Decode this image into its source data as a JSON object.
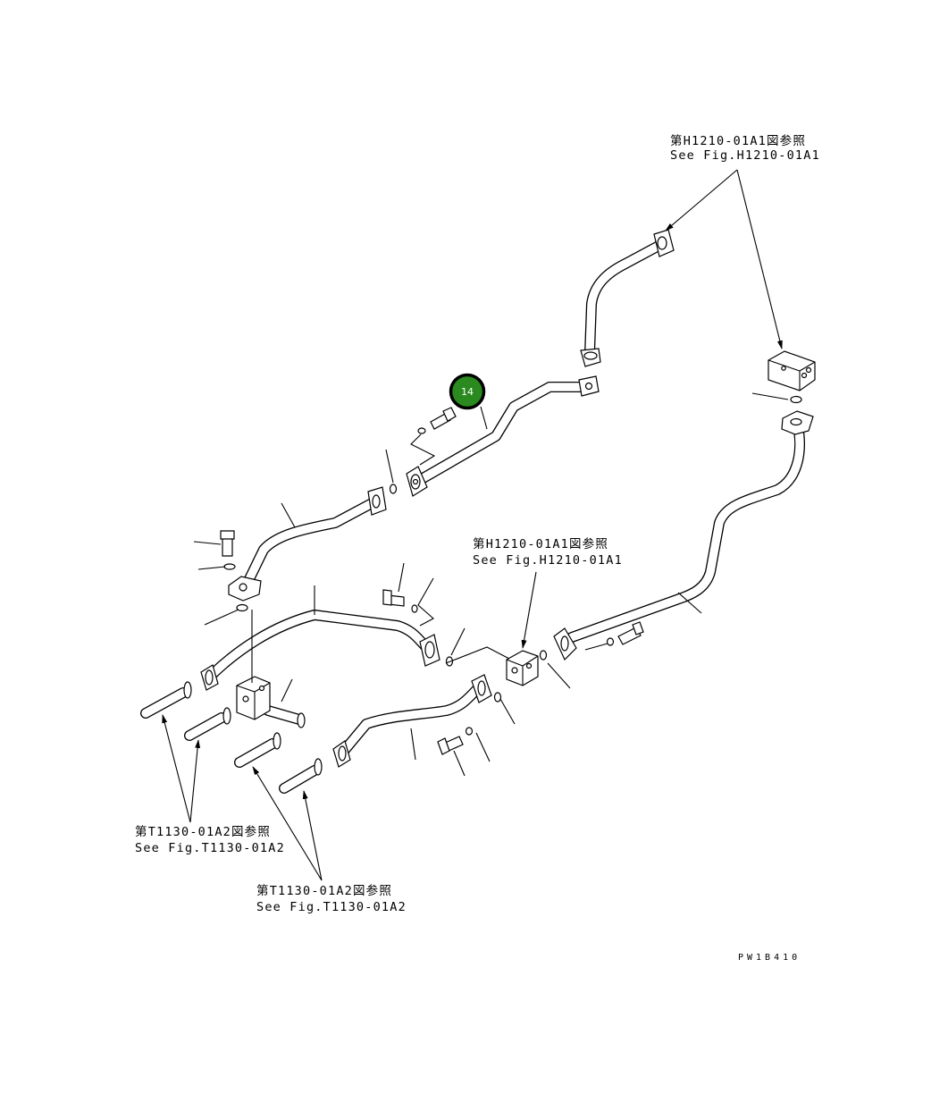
{
  "references": {
    "top_right": {
      "jp": "第H1210-01A1図参照",
      "en": "See Fig.H1210-01A1"
    },
    "middle": {
      "jp": "第H1210-01A1図参照",
      "en": "See Fig.H1210-01A1"
    },
    "bottom_left": {
      "jp": "第T1130-01A2図参照",
      "en": "See Fig.T1130-01A2"
    },
    "bottom_center": {
      "jp": "第T1130-01A2図参照",
      "en": "See Fig.T1130-01A2"
    }
  },
  "callout": {
    "label": "14",
    "color": "#2a8a1f",
    "ring_color": "#000000"
  },
  "drawing_code": "PW1B410"
}
